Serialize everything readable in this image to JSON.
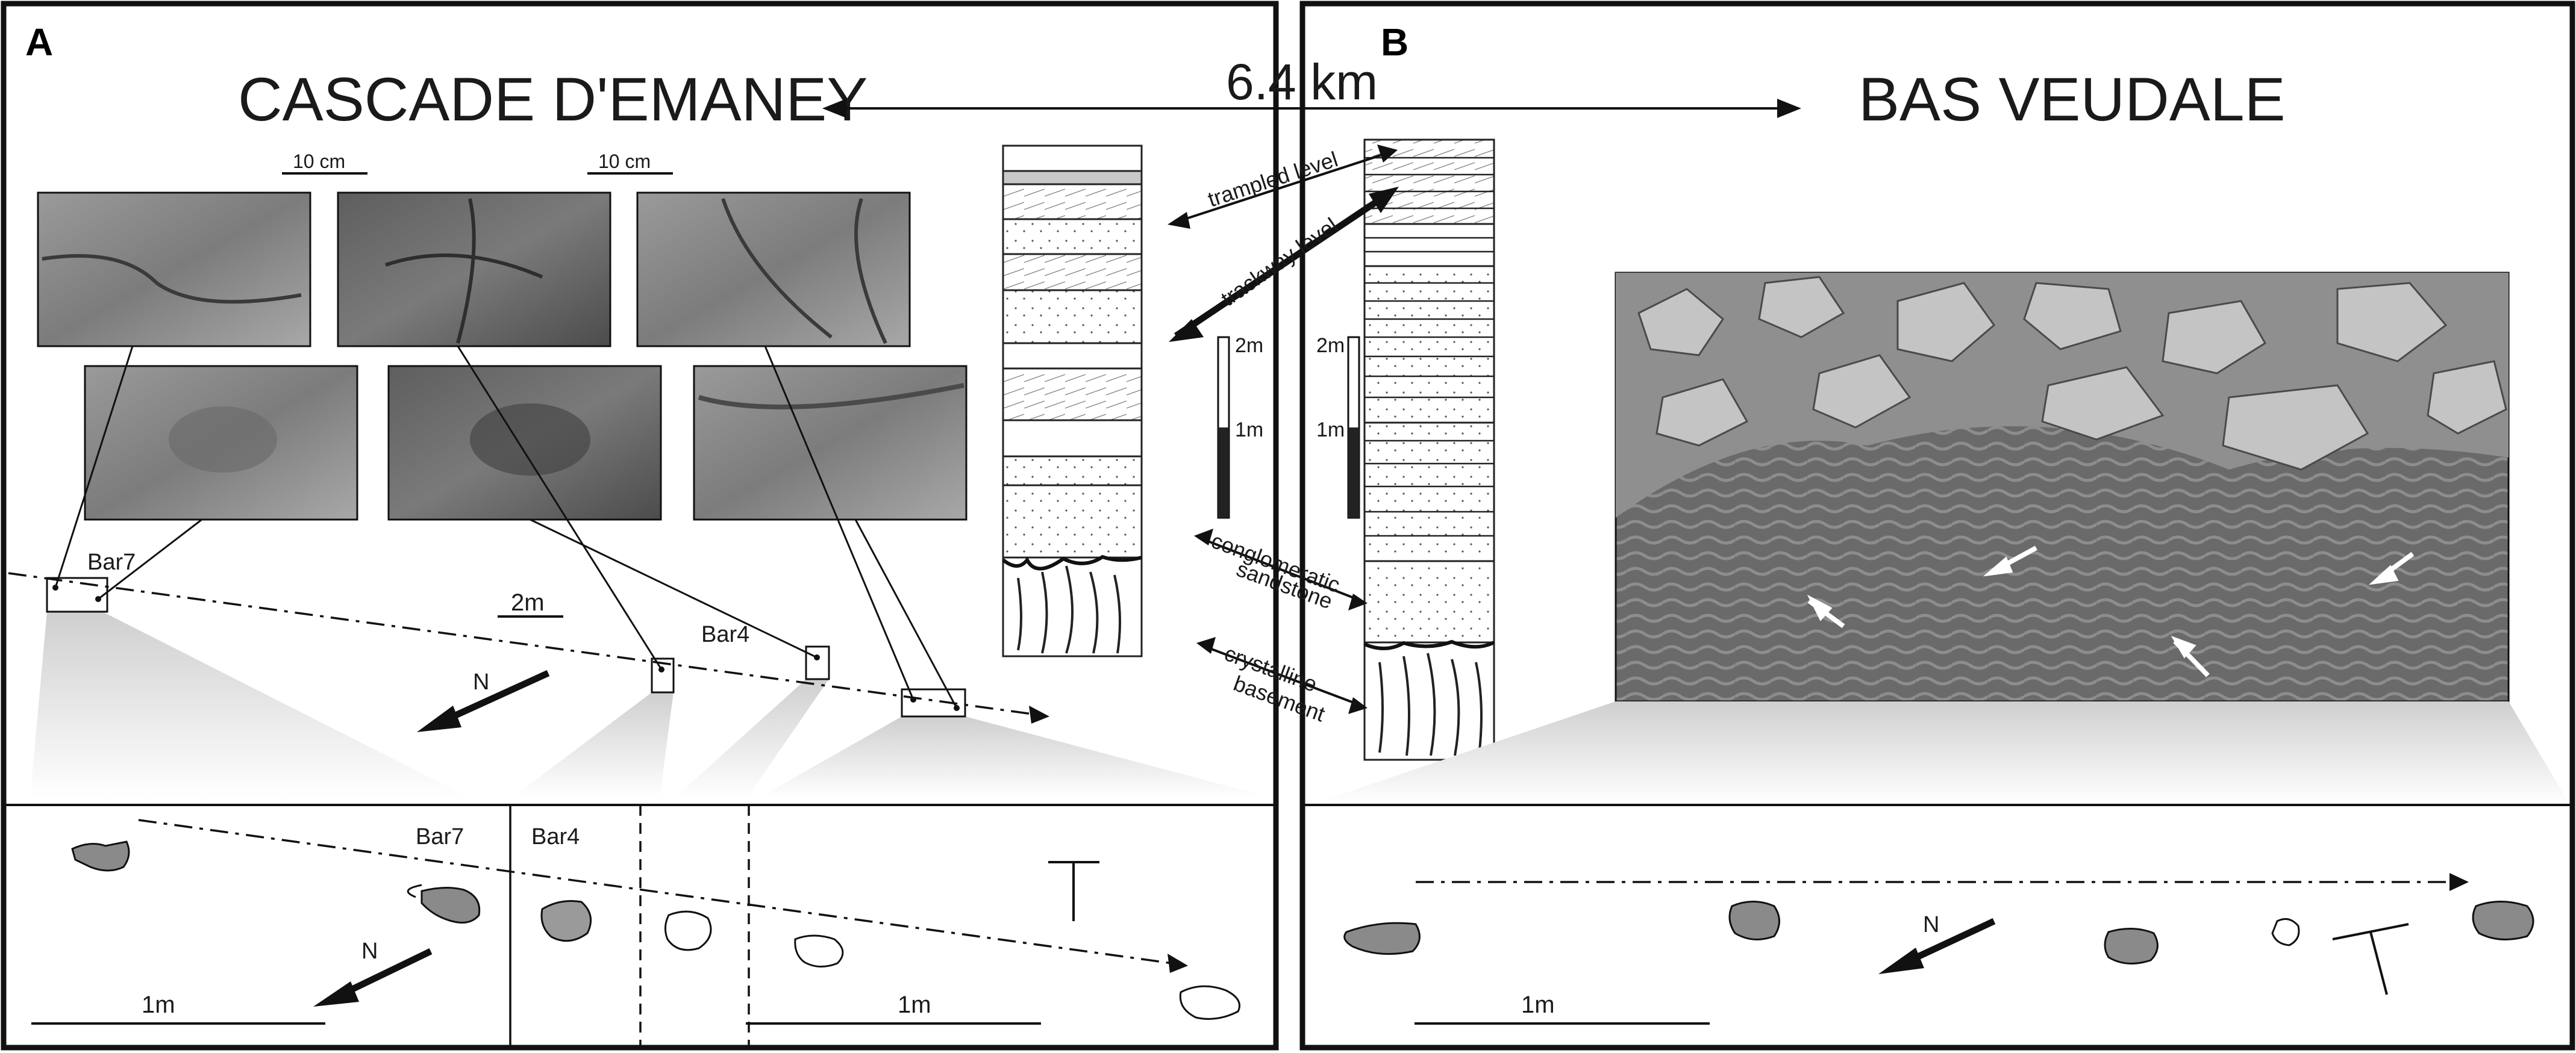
{
  "panel_a": {
    "letter": "A",
    "title": "CASCADE D'EMANEY",
    "scale_photo_1": "10 cm",
    "scale_photo_2": "10 cm",
    "label_bar7": "Bar7",
    "label_bar4": "Bar4",
    "scale_map": "2m",
    "north": "N",
    "detail": {
      "label_bar7": "Bar7",
      "label_bar4": "Bar4",
      "north": "N",
      "scale_1": "1m",
      "scale_2": "1m"
    }
  },
  "panel_b": {
    "letter": "B",
    "title": "BAS VEUDALE",
    "detail": {
      "north": "N",
      "scale": "1m"
    }
  },
  "distance": "6.4 km",
  "section_labels": {
    "trampled": "trampled level",
    "trackway": "trackway level",
    "conglomeratic_1": "conglomeratic",
    "conglomeratic_2": "sandstone",
    "crystalline_1": "crystalline",
    "crystalline_2": "basement"
  },
  "scale_bar_left": {
    "top": "2m",
    "mid": "1m"
  },
  "scale_bar_right": {
    "top": "2m",
    "mid": "1m"
  }
}
